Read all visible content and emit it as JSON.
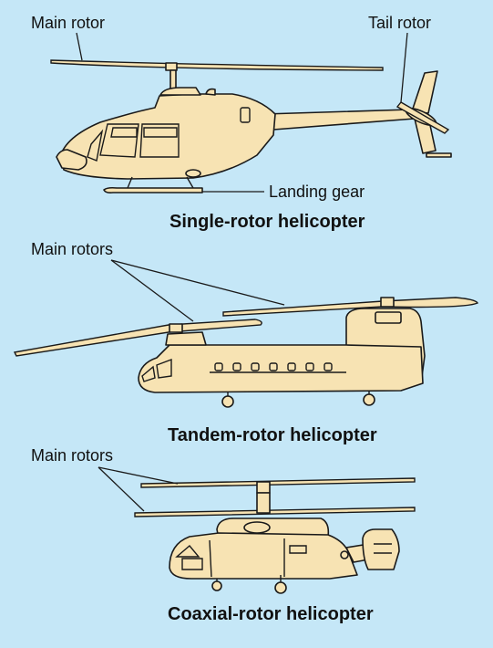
{
  "labels": {
    "main_rotor": "Main rotor",
    "tail_rotor": "Tail rotor",
    "landing_gear": "Landing gear",
    "main_rotors_1": "Main rotors",
    "main_rotors_2": "Main rotors"
  },
  "captions": {
    "single": "Single-rotor helicopter",
    "tandem": "Tandem-rotor helicopter",
    "coaxial": "Coaxial-rotor helicopter"
  },
  "colors": {
    "background": "#c5e7f7",
    "fill": "#f7e3b3",
    "outline": "#1a1a1a"
  }
}
